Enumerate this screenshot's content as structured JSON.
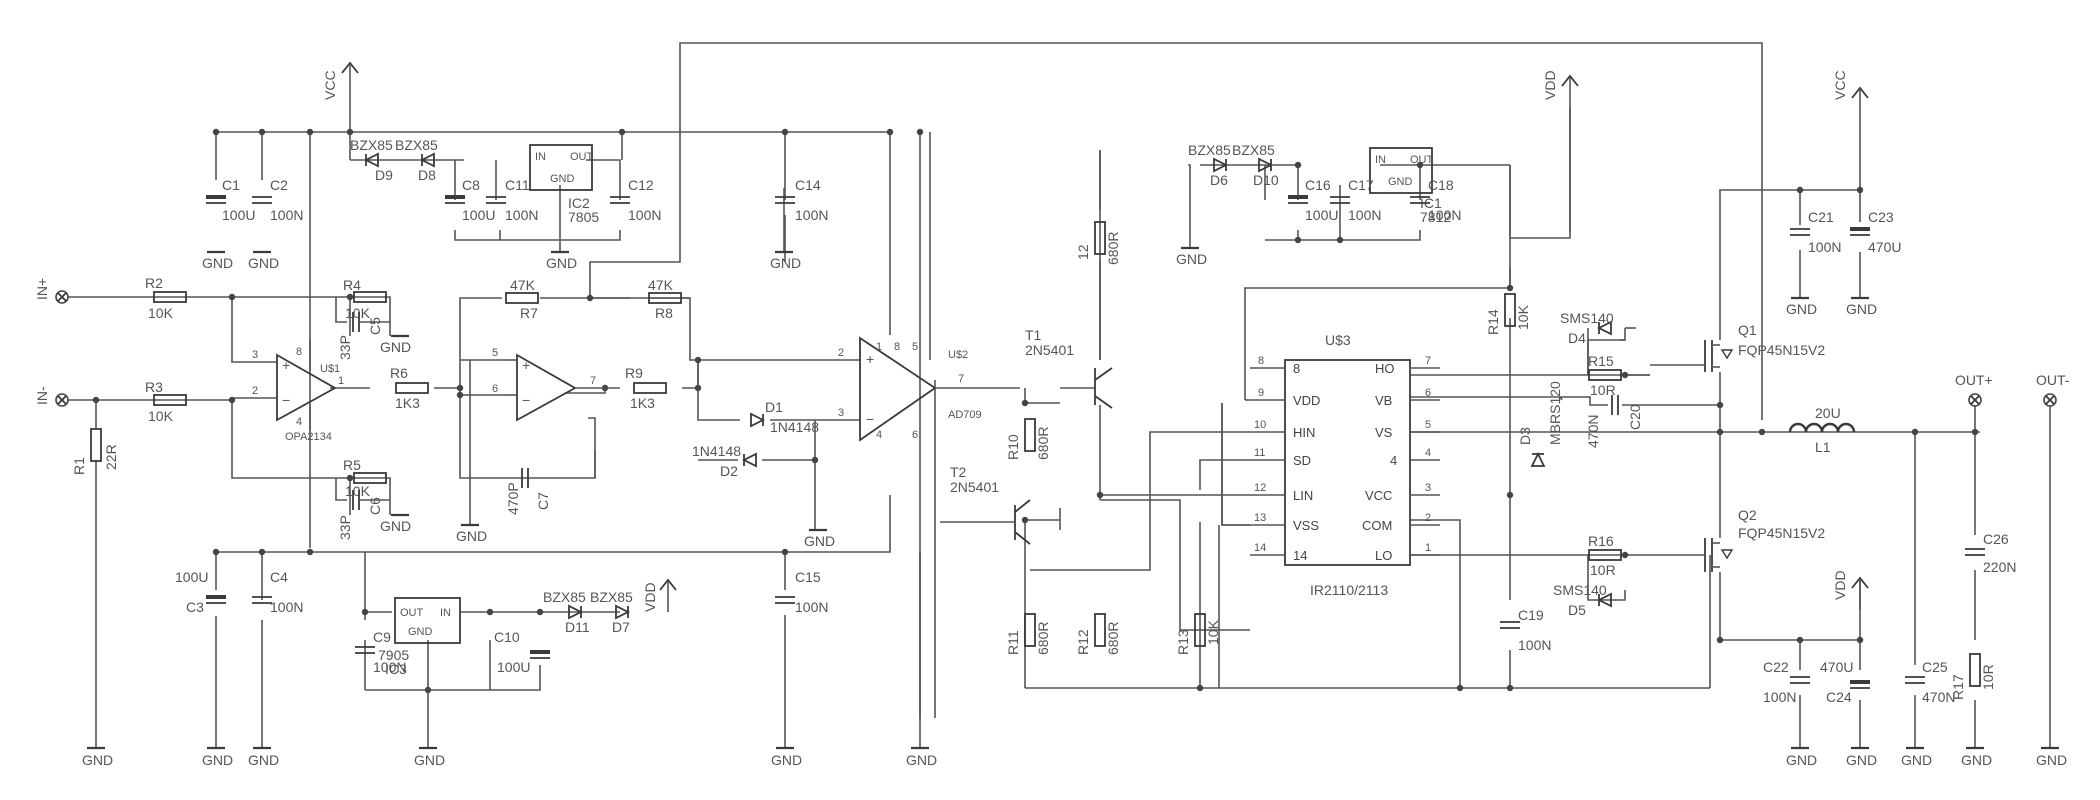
{
  "labels": {
    "vcc": "VCC",
    "vdd": "VDD",
    "gnd": "GND",
    "in_plus": "IN+",
    "in_minus": "IN-",
    "out_plus": "OUT+",
    "out_minus": "OUT-",
    "zener": "BZX85",
    "c_100u": "100U",
    "c_100n": "100N",
    "c_470u": "470U",
    "c_220n": "220N",
    "c_470n": "470N",
    "c_33p": "33P",
    "c_470p": "470P",
    "r_10k": "10K",
    "r_1k3": "1K3",
    "r_47k": "47K",
    "r_22r": "22R",
    "r_680r": "680R",
    "r_10r": "10R",
    "pnp": "2N5401",
    "nfet": "FQP45N15V2",
    "schottky": "SMS140",
    "diode": "1N4148",
    "mbrs": "MBRS120",
    "l_20u": "20U",
    "in": "IN",
    "out": "OUT",
    "gnd_pin": "GND",
    "opa": "OPA2134",
    "ad709": "AD709",
    "ir": "IR2110/2113",
    "reg_7805": "7805",
    "reg_7905": "7905",
    "reg_7812": "7812",
    "pin_vdd": "VDD",
    "pin_hin": "HIN",
    "pin_sd": "SD",
    "pin_lin": "LIN",
    "pin_vss": "VSS",
    "pin_ho": "HO",
    "pin_vb": "VB",
    "pin_vs": "VS",
    "pin_vcc": "VCC",
    "pin_com": "COM",
    "pin_lo": "LO",
    "n1": "1",
    "n2": "2",
    "n3": "3",
    "n4": "4",
    "n5": "5",
    "n6": "6",
    "n7": "7",
    "n8": "8",
    "n9": "9",
    "n10": "10",
    "n11": "11",
    "n12": "12",
    "n13": "13",
    "n14": "14"
  },
  "refs": {
    "C1": "C1",
    "C2": "C2",
    "C3": "C3",
    "C4": "C4",
    "C5": "C5",
    "C6": "C6",
    "C7": "C7",
    "C8": "C8",
    "C9": "C9",
    "C10": "C10",
    "C11": "C11",
    "C12": "C12",
    "C14": "C14",
    "C15": "C15",
    "C16": "C16",
    "C17": "C17",
    "C18": "C18",
    "C19": "C19",
    "C20": "C20",
    "C21": "C21",
    "C22": "C22",
    "C23": "C23",
    "C24": "C24",
    "C25": "C25",
    "C26": "C26",
    "R1": "R1",
    "R2": "R2",
    "R3": "R3",
    "R4": "R4",
    "R5": "R5",
    "R6": "R6",
    "R7": "R7",
    "R8": "R8",
    "R9": "R9",
    "R10": "R10",
    "R11": "R11",
    "R12": "R12",
    "R13": "R13",
    "R14": "R14",
    "R15": "R15",
    "R16": "R16",
    "R17": "R17",
    "D1": "D1",
    "D2": "D2",
    "D3": "D3",
    "D4": "D4",
    "D5": "D5",
    "D6": "D6",
    "D7": "D7",
    "D8": "D8",
    "D9": "D9",
    "D10": "D10",
    "D11": "D11",
    "T1": "T1",
    "T2": "T2",
    "Q1": "Q1",
    "Q2": "Q2",
    "L1": "L1",
    "U1": "U$1",
    "U2": "U$2",
    "U3": "U$3",
    "IC1": "IC1",
    "IC2": "IC2",
    "IC3": "IC3"
  }
}
